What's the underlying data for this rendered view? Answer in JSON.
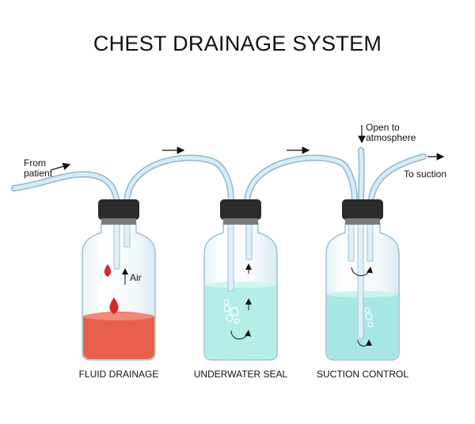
{
  "title": "CHEST DRAINAGE SYSTEM",
  "labels": {
    "from_patient_line1": "From",
    "from_patient_line2": "patient",
    "open_line1": "Open to",
    "open_line2": "atmosphere",
    "to_suction": "To suction",
    "air": "Air"
  },
  "bottles": [
    {
      "caption": "FLUID DRAINAGE",
      "liquid_color": "#e8604c"
    },
    {
      "caption": "UNDERWATER SEAL",
      "liquid_color": "#b4eee6"
    },
    {
      "caption": "SUCTION CONTROL",
      "liquid_color": "#a8e8e4"
    }
  ],
  "colors": {
    "tube": "#c9e4f2",
    "tube_outline": "#8fb8cf",
    "cap": "#2b2b2b",
    "blood": "#d9262b"
  }
}
